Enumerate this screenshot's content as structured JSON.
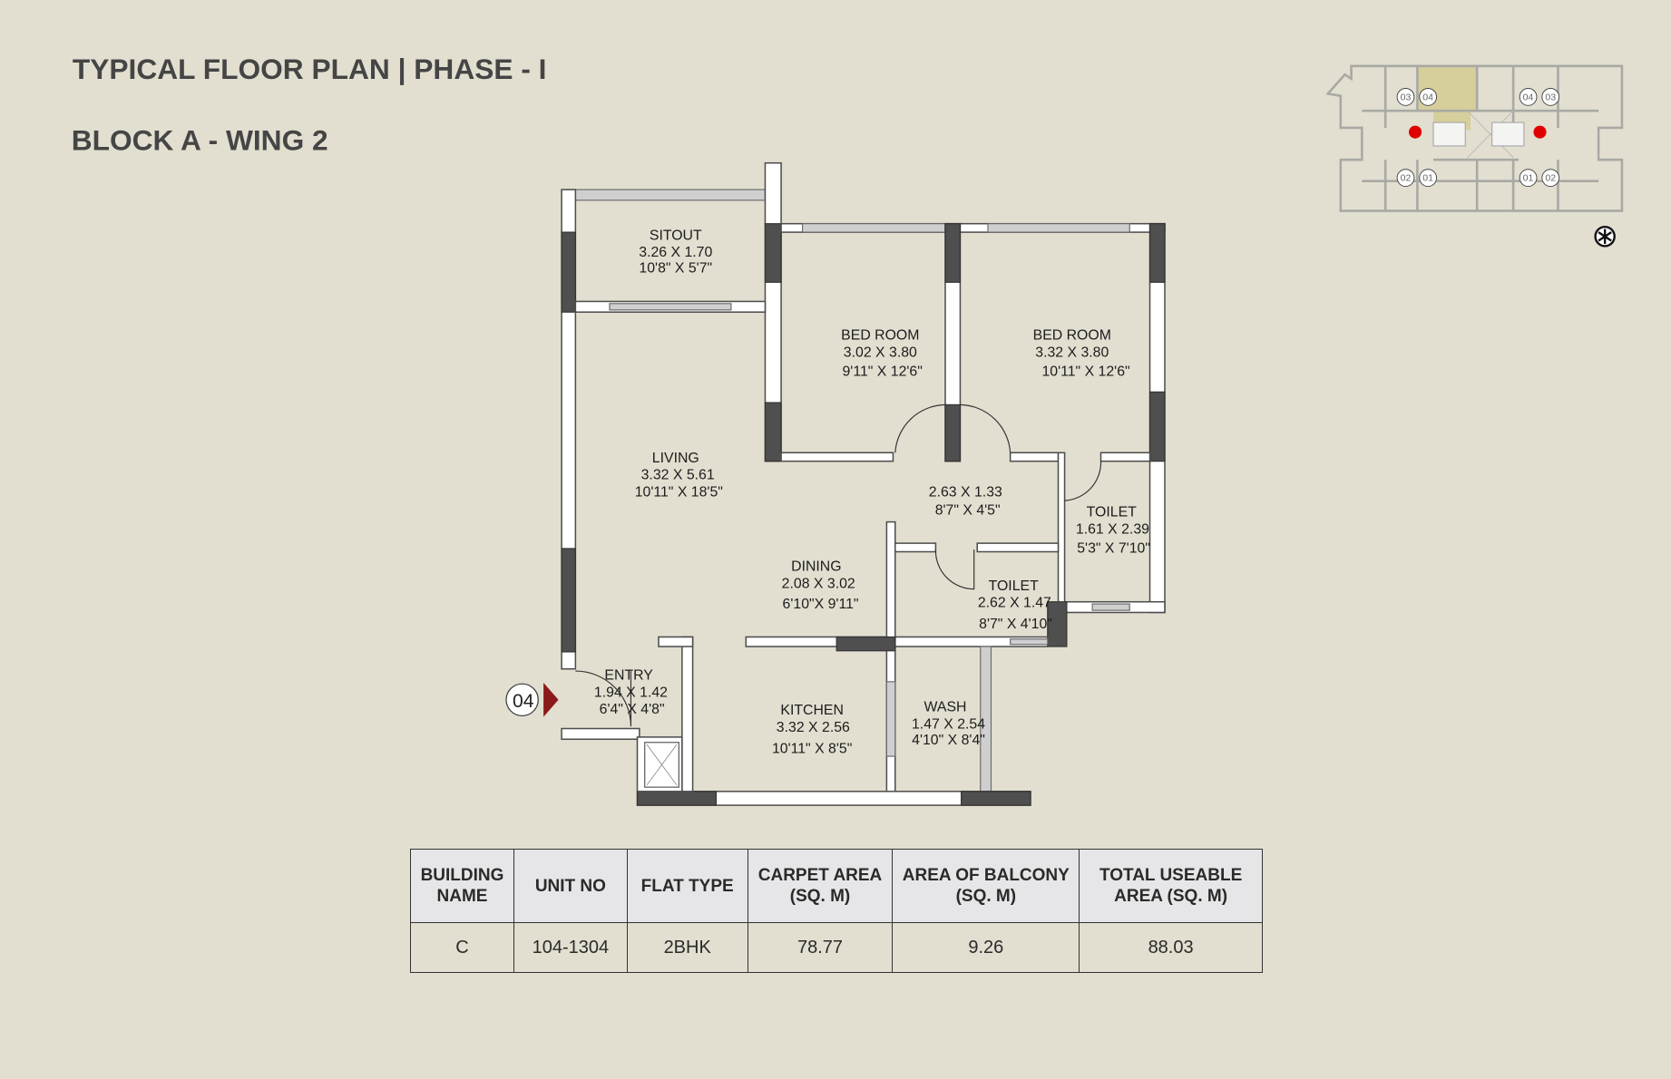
{
  "header": {
    "title": "TYPICAL FLOOR PLAN | PHASE - I",
    "subtitle": "BLOCK A - WING 2"
  },
  "rooms": {
    "sitout": {
      "name": "SITOUT",
      "metric": "3.26 X 1.70",
      "imperial": "10'8\" X 5'7\""
    },
    "bedroom1": {
      "name": "BED ROOM",
      "metric": "3.02 X 3.80",
      "imperial": "9'11\" X 12'6\""
    },
    "bedroom2": {
      "name": "BED ROOM",
      "metric": "3.32 X 3.80",
      "imperial": "10'11\" X 12'6\""
    },
    "living": {
      "name": "LIVING",
      "metric": "3.32 X 5.61",
      "imperial": "10'11\" X 18'5\""
    },
    "passage": {
      "metric": "2.63 X 1.33",
      "imperial": "8'7\" X 4'5\""
    },
    "toilet1": {
      "name": "TOILET",
      "metric": "1.61 X 2.39",
      "imperial": "5'3\" X 7'10\""
    },
    "dining": {
      "name": "DINING",
      "metric": "2.08 X 3.02",
      "imperial": "6'10\"X 9'11\""
    },
    "toilet2": {
      "name": "TOILET",
      "metric": "2.62 X 1.47",
      "imperial": "8'7\" X 4'10\""
    },
    "entry": {
      "name": "ENTRY",
      "metric": "1.94 X 1.42",
      "imperial": "6'4\" X 4'8\""
    },
    "kitchen": {
      "name": "KITCHEN",
      "metric": "3.32 X 2.56",
      "imperial": "10'11\" X 8'5\""
    },
    "wash": {
      "name": "WASH",
      "metric": "1.47 X 2.54",
      "imperial": "4'10\" X 8'4\""
    }
  },
  "entry_marker": {
    "unit": "04",
    "color": "#8b1a1a"
  },
  "key_plan": {
    "unit_labels_top": [
      "03",
      "04",
      "04",
      "03"
    ],
    "unit_labels_bottom": [
      "02",
      "01",
      "01",
      "02"
    ],
    "highlight_color": "#d6cf9c",
    "lift_dot_color": "#e00000"
  },
  "table": {
    "headers": [
      [
        "BUILDING",
        "NAME"
      ],
      [
        "UNIT NO",
        ""
      ],
      [
        "FLAT TYPE",
        ""
      ],
      [
        "CARPET AREA",
        "(SQ. M)"
      ],
      [
        "AREA OF BALCONY",
        "(SQ. M)"
      ],
      [
        "TOTAL USEABLE",
        "AREA (SQ. M)"
      ]
    ],
    "row": [
      "C",
      "104-1304",
      "2BHK",
      "78.77",
      "9.26",
      "88.03"
    ]
  }
}
